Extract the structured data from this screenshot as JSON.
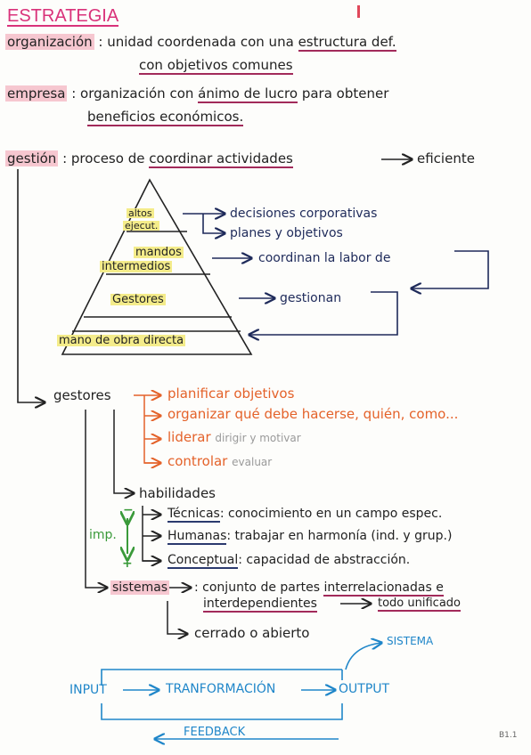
{
  "title": "ESTRATEGIA",
  "definitions": {
    "organizacion": {
      "term": "organización",
      "line1": ": unidad coordenada con una",
      "line1_ul": "estructura def.",
      "line2": "con objetivos comunes"
    },
    "empresa": {
      "term": "empresa",
      "line1": ": organización con",
      "line1_ul": "ánimo de lucro",
      "line1_end": "para obtener",
      "line2": "beneficios económicos."
    },
    "gestion": {
      "term": "gestión",
      "line1": ": proceso de",
      "line1_ul": "coordinar actividades",
      "arrow_text": "eficiente"
    }
  },
  "pyramid": {
    "levels": [
      {
        "label_1": "altos",
        "label_2": "ejecut.",
        "result_1": "decisiones corporativas",
        "result_2": "planes y objetivos"
      },
      {
        "label_1": "mandos",
        "label_2": "intermedios",
        "result_1": "coordinan la labor de"
      },
      {
        "label_1": "Gestores",
        "result_1": "gestionan"
      },
      {
        "label_1": "mano de obra directa"
      }
    ]
  },
  "gestores": {
    "title": "gestores",
    "functions": [
      {
        "main": "planificar objetivos",
        "sub": ""
      },
      {
        "main": "organizar qué debe hacerse, quién, como...",
        "sub": ""
      },
      {
        "main": "liderar",
        "sub": "dirigir y motivar"
      },
      {
        "main": "controlar",
        "sub": "evaluar"
      }
    ],
    "habilidades": {
      "title": "habilidades",
      "imp": "imp.",
      "minus": "−",
      "plus": "+",
      "items": [
        {
          "name": "Técnicas",
          "desc": ": conocimiento en un campo espec."
        },
        {
          "name": "Humanas",
          "desc": ": trabajar en harmonía (ind. y grup.)"
        },
        {
          "name": "Conceptual",
          "desc": ": capacidad de abstracción."
        }
      ]
    },
    "sistemas": {
      "title": "sistemas",
      "line1": ": conjunto de partes",
      "line1_ul": "interrelacionadas e",
      "line2_ul": "interdependientes",
      "line2_end": "todo unificado",
      "sub": "cerrado o abierto"
    }
  },
  "system_diagram": {
    "input": "INPUT",
    "process": "TRANFORMACIÓN",
    "output": "OUTPUT",
    "top": "SISTEMA",
    "feedback": "FEEDBACK"
  },
  "page_ref": "B1.1"
}
